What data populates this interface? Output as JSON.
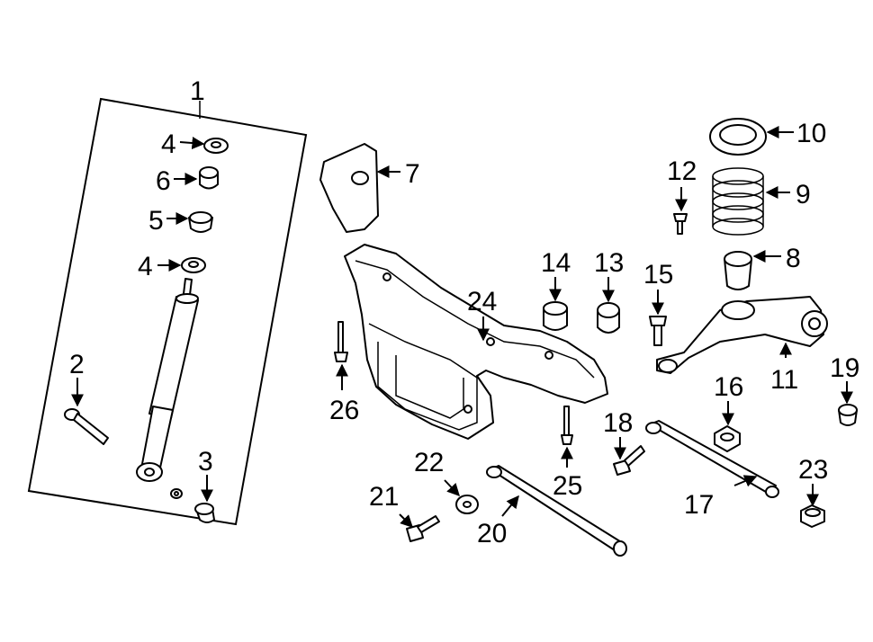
{
  "labels": {
    "p1": "1",
    "p2": "2",
    "p3": "3",
    "p4a": "4",
    "p4b": "4",
    "p5": "5",
    "p6": "6",
    "p7": "7",
    "p8": "8",
    "p9": "9",
    "p10": "10",
    "p11": "11",
    "p12": "12",
    "p13": "13",
    "p14": "14",
    "p15": "15",
    "p16": "16",
    "p17": "17",
    "p18": "18",
    "p19": "19",
    "p20": "20",
    "p21": "21",
    "p22": "22",
    "p23": "23",
    "p24": "24",
    "p25": "25",
    "p26": "26"
  }
}
